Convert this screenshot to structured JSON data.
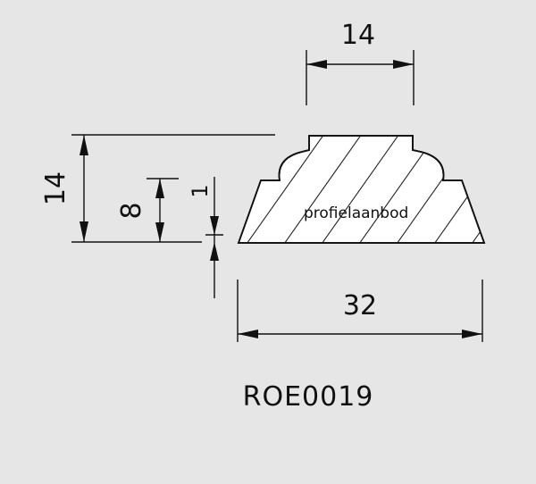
{
  "diagram": {
    "top_width_dim": "14",
    "total_height_dim": "14",
    "inner_height_dim": "8",
    "offset_dim": "1",
    "bottom_width_dim": "32",
    "product_code": "ROE0019",
    "watermark": "profielaanbod"
  }
}
